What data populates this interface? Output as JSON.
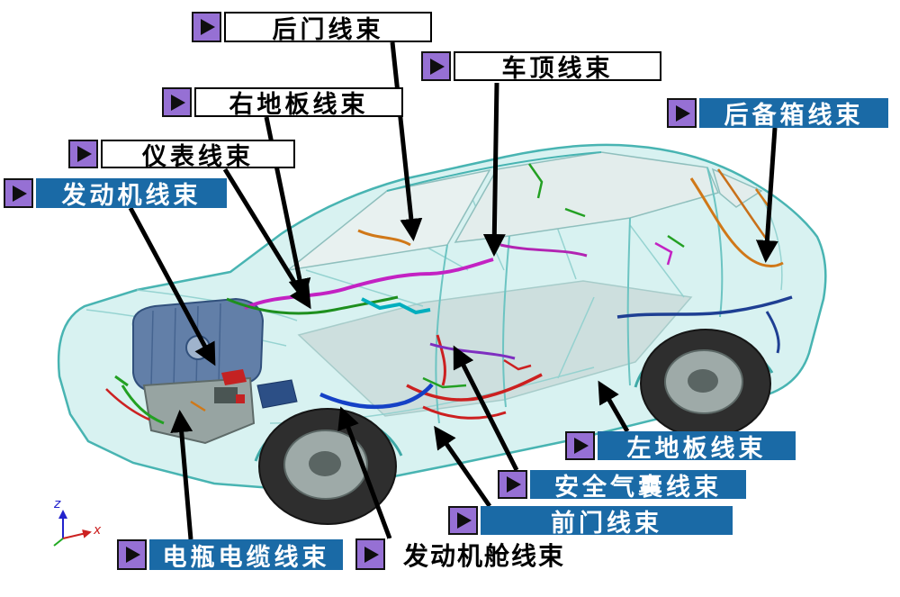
{
  "labels": {
    "rear_door": {
      "text": "后门线束"
    },
    "roof": {
      "text": "车顶线束"
    },
    "right_floor": {
      "text": "右地板线束"
    },
    "instrument": {
      "text": "仪表线束"
    },
    "engine": {
      "text": "发动机线束"
    },
    "trunk": {
      "text": "后备箱线束"
    },
    "left_floor": {
      "text": "左地板线束"
    },
    "airbag": {
      "text": "安全气囊线束"
    },
    "front_door": {
      "text": "前门线束"
    },
    "battery_cable": {
      "text": "电瓶电缆线束"
    },
    "engine_bay": {
      "text": "发动机舱线束"
    }
  },
  "axis": {
    "x_label": "x",
    "z_label": "z"
  },
  "colors": {
    "highlight_blue": "#1a6aa6",
    "icon_purple": "#9670d4",
    "car_body_teal": "#d8f2f1",
    "arrow_black": "#000000"
  }
}
